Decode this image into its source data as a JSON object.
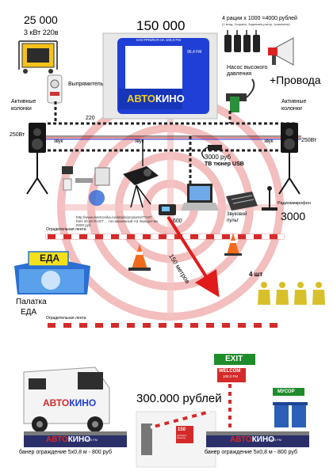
{
  "colors": {
    "target_red": "#f2b3b3",
    "arrow_red": "#e01b1b",
    "barrier_red": "#d42a2a",
    "screen_blue": "#1f3fd6",
    "tent_blue": "#2a6fd1",
    "exit_green": "#1f8c2b",
    "cone_orange": "#f26b1d",
    "van_white": "#f4f4f4",
    "trash_blue": "#2b5fb8"
  },
  "icons": [
    "generator-icon",
    "rectifier-icon",
    "walkie-talkie-icon",
    "megaphone-icon",
    "air-pump-icon",
    "speaker-icon",
    "projector-icon",
    "fm-tuner-icon",
    "laptop-icon",
    "mixer-icon",
    "microphone-icon",
    "cone-icon",
    "person-icon",
    "tent-icon",
    "van-icon",
    "barrier-icon",
    "exit-sign-icon",
    "trash-bin-icon"
  ],
  "generator": {
    "price": "25 000",
    "spec": "3 кВт 220в"
  },
  "rectifier": {
    "label": "Выпрямитель"
  },
  "screen": {
    "price": "150 000",
    "banner_text": "НАСТРОЙСЯ НА 100,0 FM",
    "brand_a": "АВТО",
    "brand_b": "КИНО",
    "side_text": "96,4 FM"
  },
  "radios": {
    "caption": "4 рации х 1000 =4000 рублей",
    "note": "(1 вход, 2охрана, Заднемкп-ратор, 1кавизеля)"
  },
  "provoda": {
    "label": "+Провода"
  },
  "pump": {
    "label": "Насос высокого давления"
  },
  "speakers": {
    "active_left": "Активные колонки",
    "active_right": "Активные колонки",
    "power_left": "250Вт",
    "power_right": "250Вт"
  },
  "cable": {
    "voltage": "220",
    "sound1": "звук",
    "sound2": "звук",
    "sound3": "звук"
  },
  "tuner": {
    "price": "3000 руб",
    "name": "ТВ тюнер USB"
  },
  "misc": {
    "label_600": "600",
    "mixer": "Звуковой пульт",
    "radiomic": "Радиомикрофон",
    "radiomic_price": "3000",
    "url_note": "http://www.electronika.ru/details/products/77197 html 34,50 RUST ... тел.машинный АЗ передатчик 6000 руб"
  },
  "tapes": {
    "top": "Оградительная лента",
    "bottom": "Оградительная лента"
  },
  "distance": {
    "label": "150 метров"
  },
  "people": {
    "count": "4 шт"
  },
  "tent": {
    "sign": "ЕДА",
    "label_a": "Палатка",
    "label_b": "ЕДА"
  },
  "van": {
    "brand_a": "АВТО",
    "brand_b": "КИНО"
  },
  "total": {
    "price": "300.000 рублей"
  },
  "barrier_sign": {
    "number": "150",
    "text": "рублей в машину"
  },
  "exit_sign": {
    "exit": "EXIT",
    "welcome": "WELCOM",
    "freq": "100,0 FM"
  },
  "trash": {
    "label": "МУСОР"
  },
  "banners": {
    "left_caption": "банер ограждение  5х0,8 м - 800 руб",
    "right_caption": "банер ограждение  5х0,8 м - 800 руб",
    "brand_a": "АВТО",
    "brand_b": "КИНО",
    "freq": "100,0 FM"
  }
}
